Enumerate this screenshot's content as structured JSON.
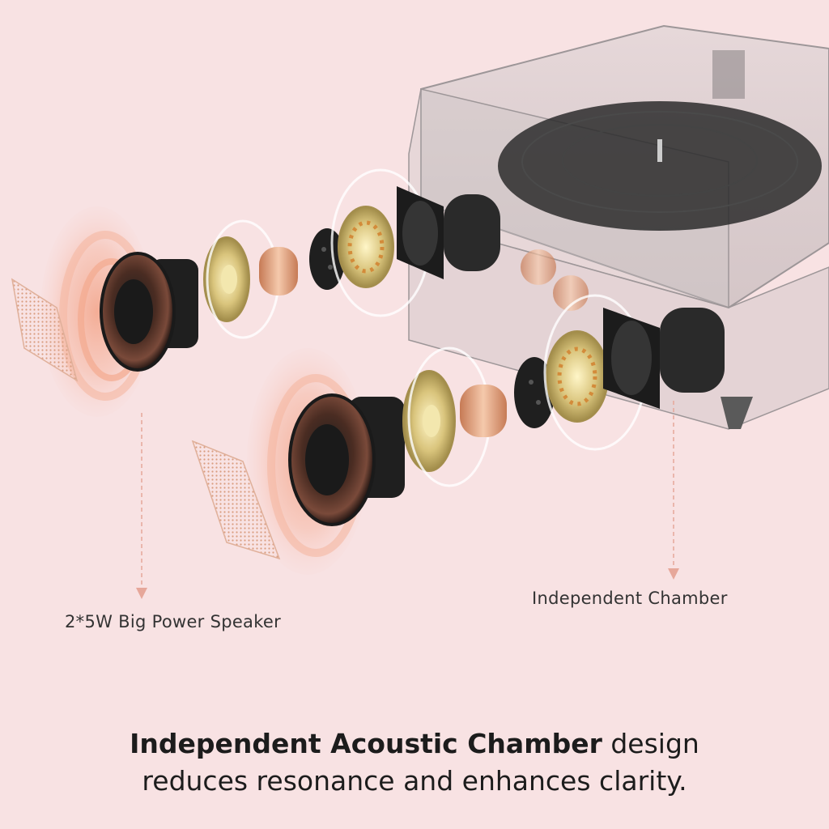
{
  "labels": {
    "speaker": "2*5W Big Power Speaker",
    "chamber": "Independent Chamber"
  },
  "headline": {
    "bold": "Independent Acoustic Chamber",
    "line1_rest": " design",
    "line2": "reduces resonance and enhances clarity."
  },
  "colors": {
    "background": "#f8e2e3",
    "copper": "#e0a27c",
    "gold": "#d9c47c",
    "dark": "#2a2a2a",
    "arrow": "#e6a79a"
  }
}
